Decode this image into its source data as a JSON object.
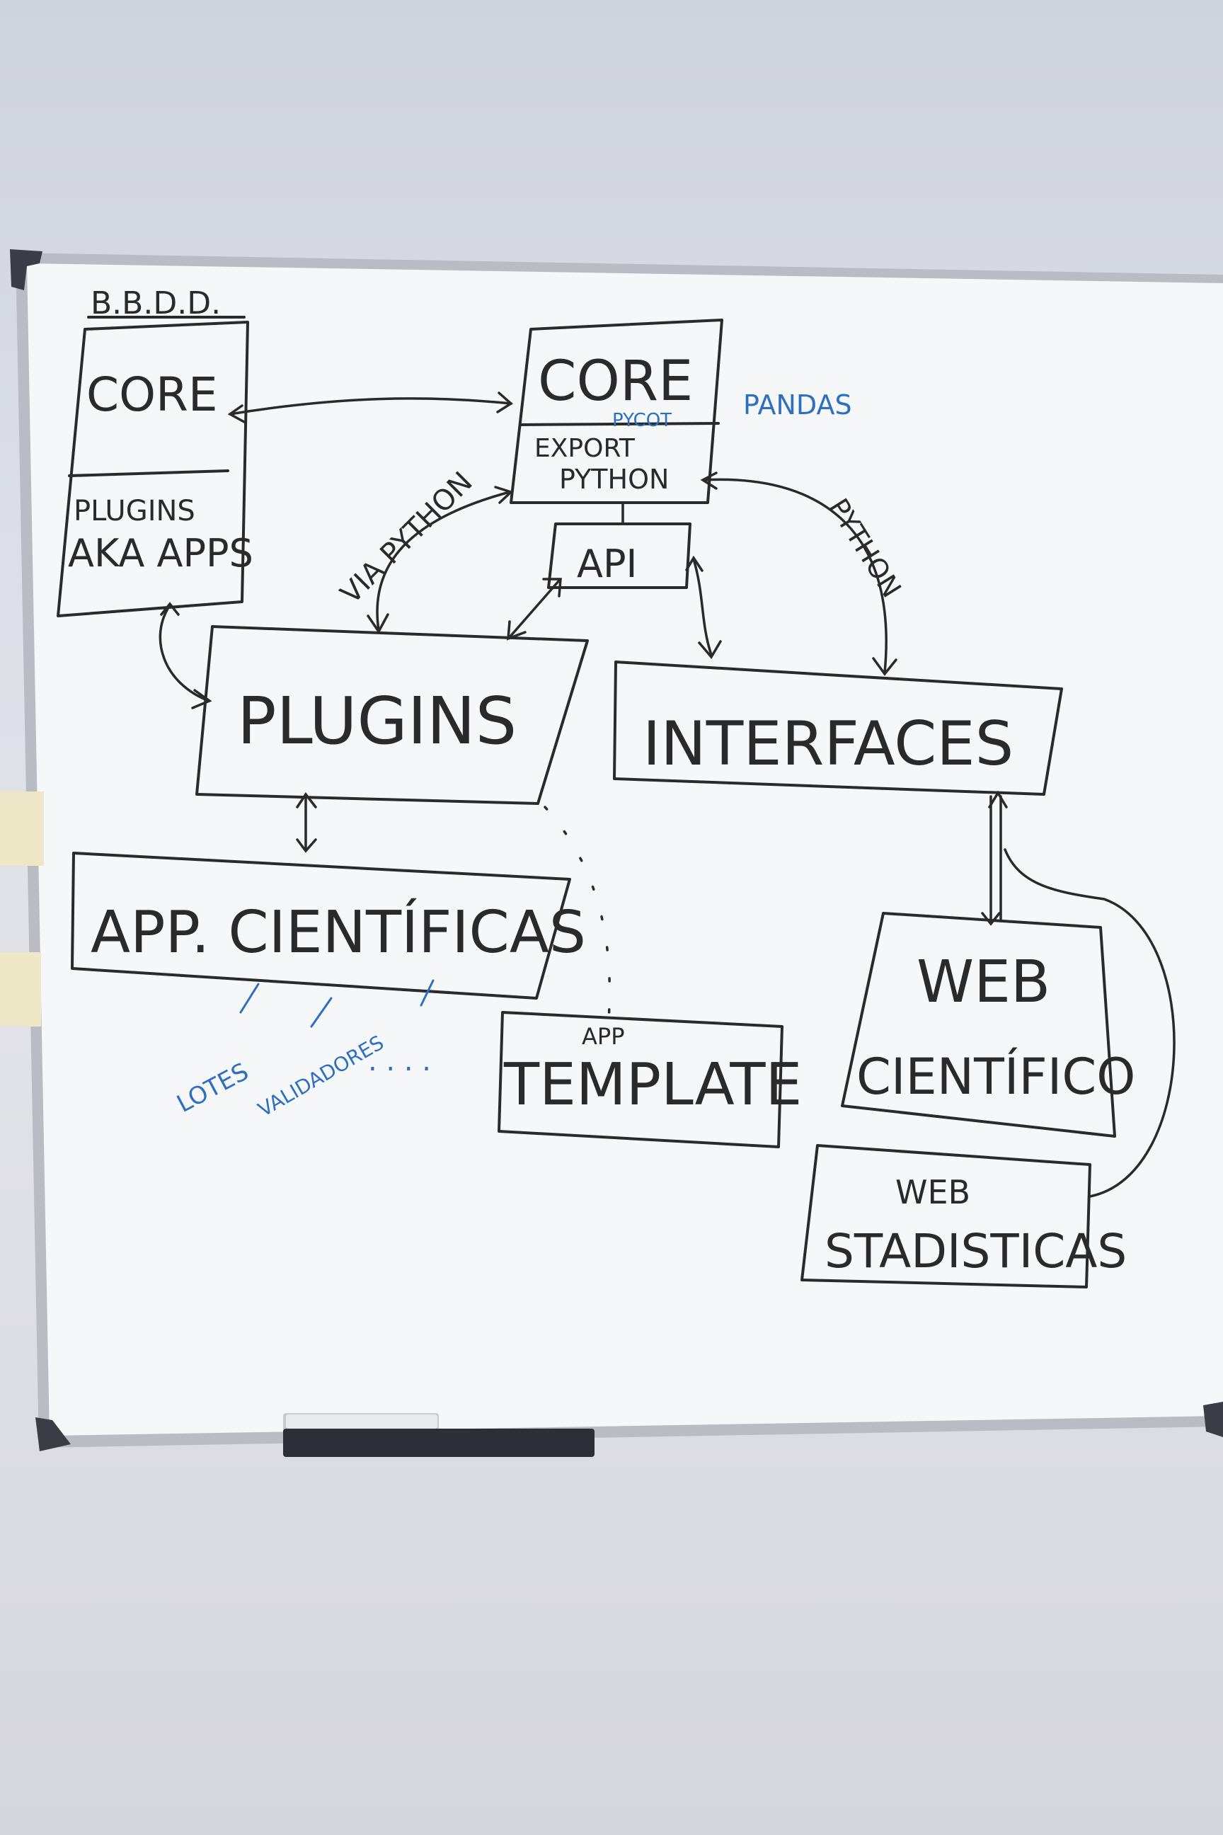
{
  "colors": {
    "ink": "#2a2a2a",
    "blue_ink": "#2f6fc0",
    "board": "#f6f7f9",
    "frame": "#b9bcc2",
    "wall": "#dcdfe6"
  },
  "labels": {
    "bbdd_title": "B.B.D.D.",
    "bbdd_core": "CORE",
    "bbdd_plugins_1": "PLUGINS",
    "bbdd_plugins_2": "AKA APPS",
    "core_title": "CORE",
    "core_export_1": "EXPORT",
    "core_export_2": "PYTHON",
    "core_pycot": "PYCOT",
    "pandas": "PANDAS",
    "api": "API",
    "via_python": "VIA PYTHON",
    "python": "PYTHON",
    "plugins": "PLUGINS",
    "interfaces": "INTERFACES",
    "app_cientificas": "APP. CIENTÍFICAS",
    "app_template_small": "APP",
    "app_template": "TEMPLATE",
    "web_cientifico_1": "WEB",
    "web_cientifico_2": "CIENTÍFICO",
    "web_stadisticas_1": "WEB",
    "web_stadisticas_2": "STADISTICAS",
    "lotes": "LOTES",
    "validadores": "VALIDADORES",
    "ellipsis": ". . . ."
  }
}
